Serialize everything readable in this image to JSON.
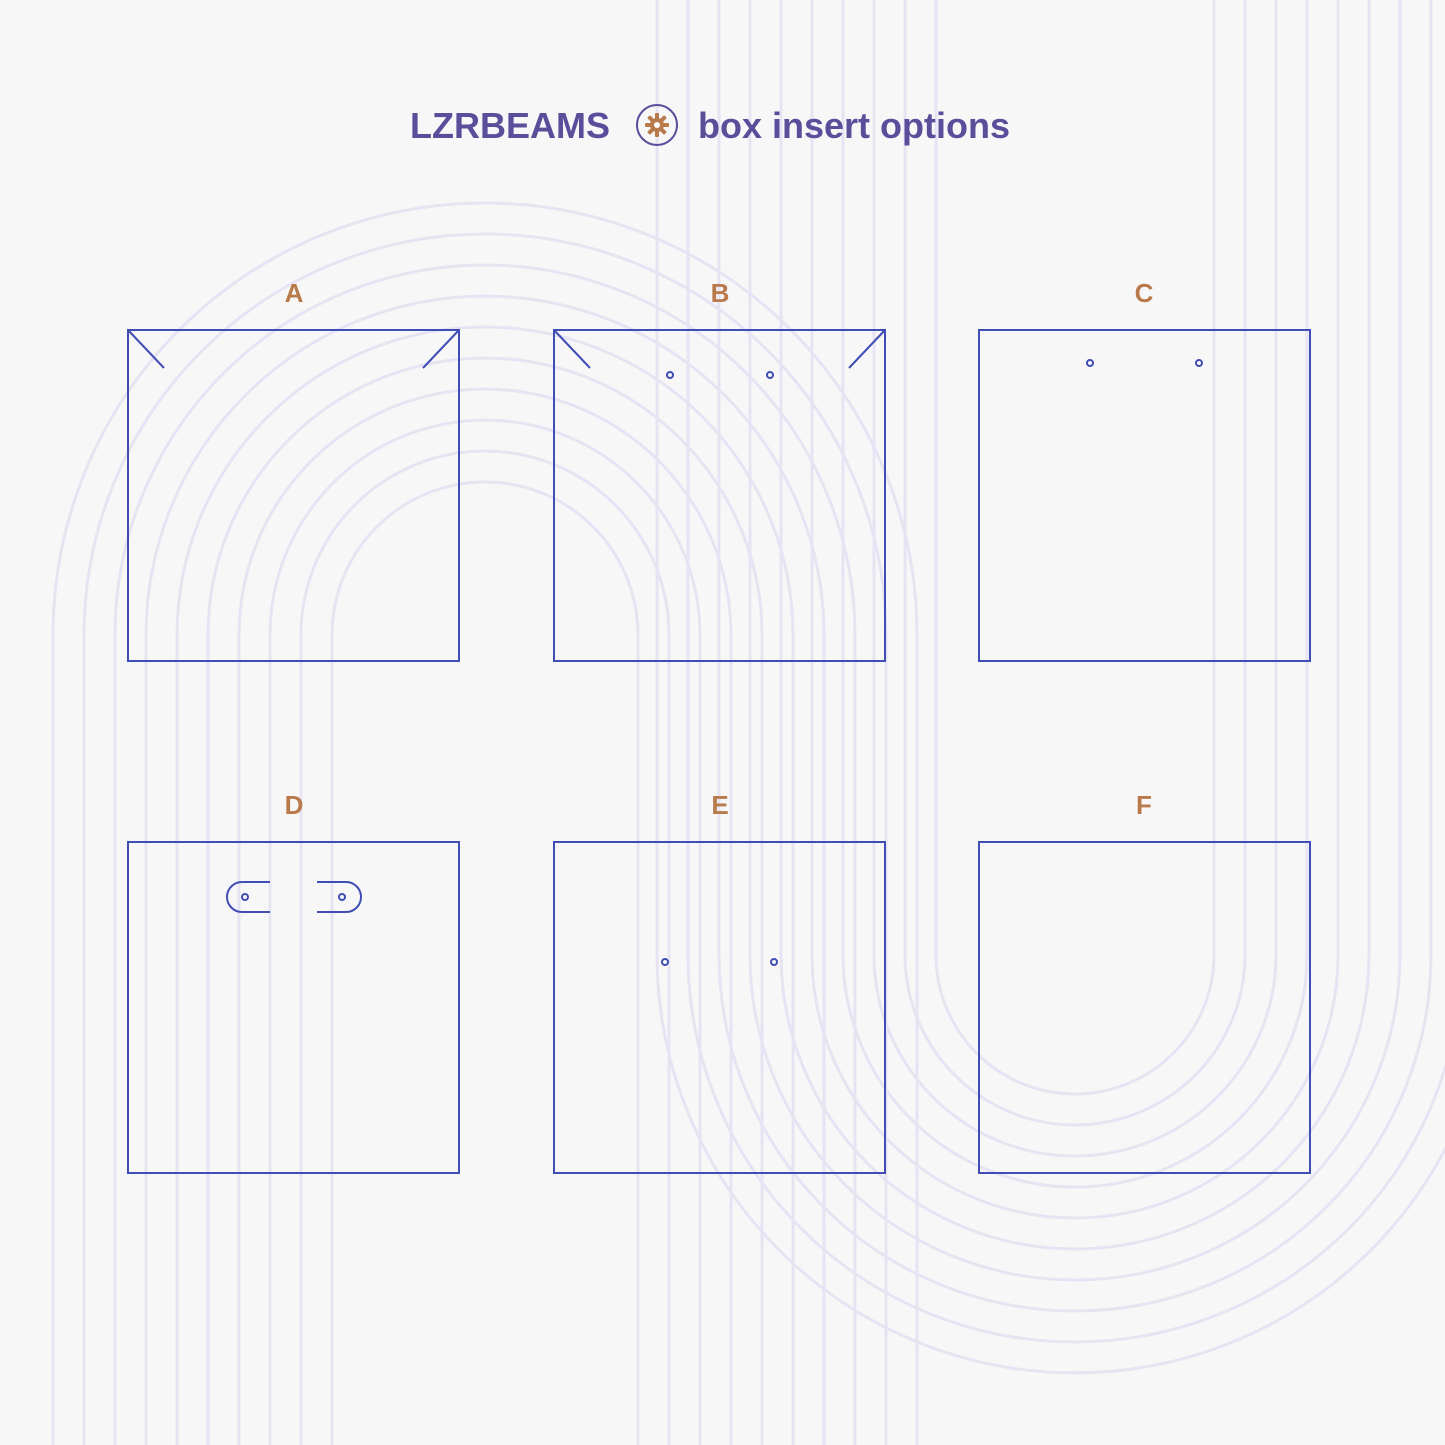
{
  "header": {
    "brand": "LZRBEAMS",
    "logo_icon": "gear-circle-icon",
    "subtitle": "box insert options"
  },
  "colors": {
    "background": "#f8f7f8",
    "panel_fill": "#ffffff",
    "panel_stroke": "#3f4db5",
    "label": "#b87a4b",
    "title": "#5a4d9a",
    "decor_lines": "#e6e4f3"
  },
  "panels": [
    {
      "label": "A",
      "features": [
        "corner-slits"
      ]
    },
    {
      "label": "B",
      "features": [
        "corner-slits",
        "two-holes"
      ]
    },
    {
      "label": "C",
      "features": [
        "two-holes"
      ]
    },
    {
      "label": "D",
      "features": [
        "two-tab-slots"
      ]
    },
    {
      "label": "E",
      "features": [
        "two-holes"
      ]
    },
    {
      "label": "F",
      "features": []
    }
  ]
}
